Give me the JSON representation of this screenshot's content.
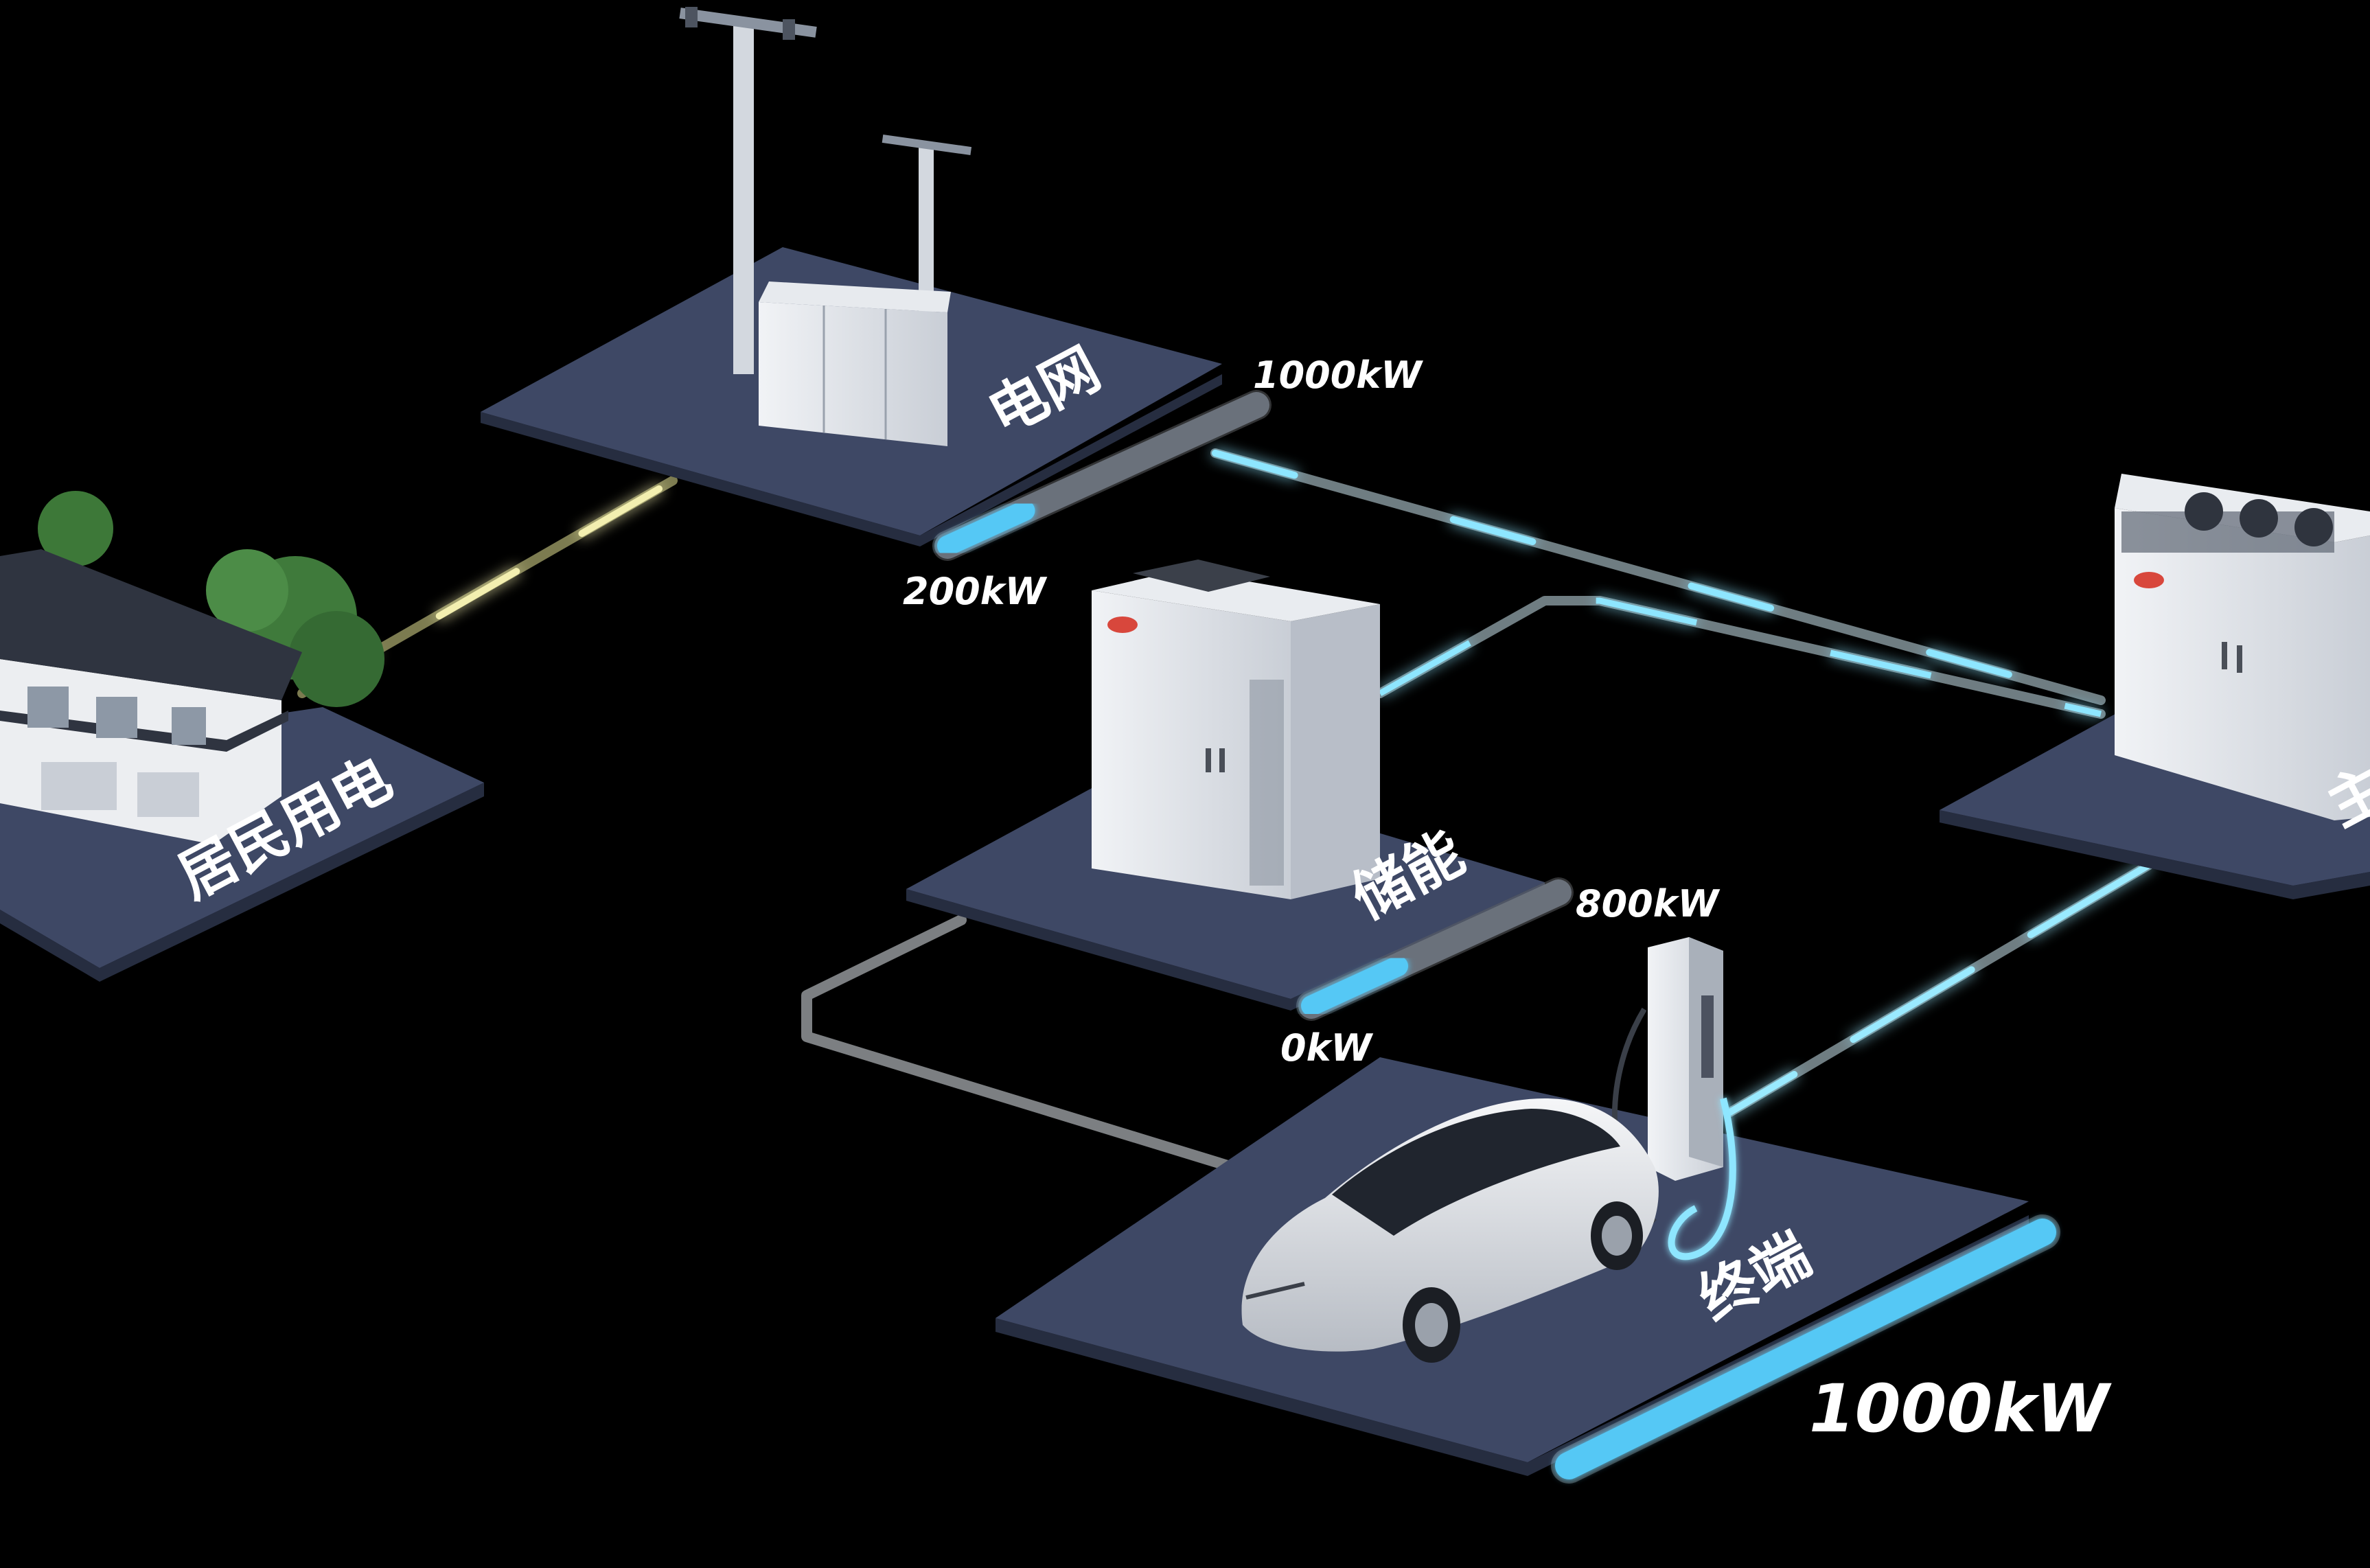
{
  "scene": {
    "colors": {
      "background": "#000000",
      "platform_top": "#3e4865",
      "platform_side": "#262d40",
      "cyan_glow": "#5fd6ff",
      "gold_glow": "#e8e08a",
      "grey_conduit": "#7c7f82",
      "meter_fill": "#55c8f5"
    }
  },
  "nodes": {
    "grid": {
      "label": "电网",
      "icon": "power-pole-icon",
      "meter": {
        "max_label": "1000kW",
        "min_label": "200kW",
        "fill_fraction": 0.25
      }
    },
    "residential": {
      "label": "居民用电",
      "icon": "house-icon"
    },
    "storage": {
      "label": "储能",
      "icon": "battery-cabinet-icon",
      "meter": {
        "max_label": "800kW",
        "min_label": "0kW",
        "fill_fraction": 0.35
      }
    },
    "terminal": {
      "label": "终端",
      "icon": "ev-charger-icon",
      "meter": {
        "label": "1000kW",
        "fill_fraction": 1.0
      }
    },
    "main": {
      "label": "主",
      "icon": "cooling-unit-icon"
    }
  }
}
